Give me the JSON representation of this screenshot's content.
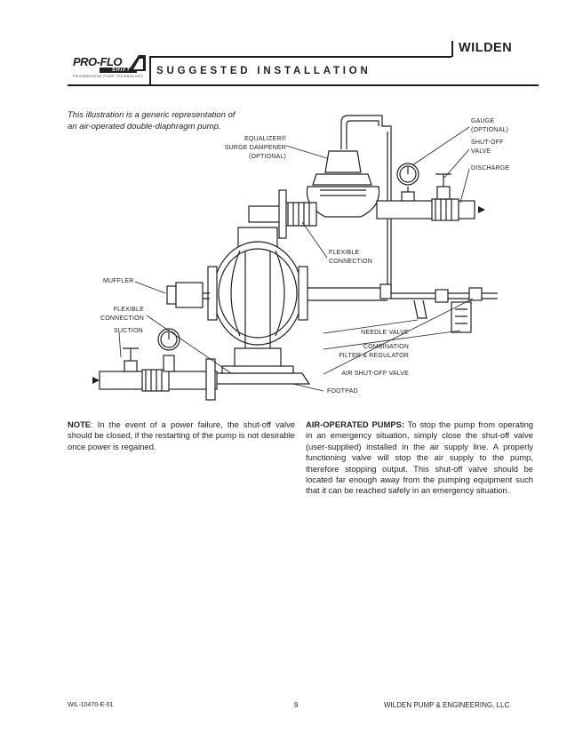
{
  "header": {
    "brand": "WILDEN",
    "logo_text": "PRO-FLO",
    "logo_sub": "SHIFT",
    "logo_tagline": "PROGRESSIVE PUMP TECHNOLOGY",
    "section_title": "SUGGESTED INSTALLATION"
  },
  "intro_text": "This illustration is a generic representation of an air-operated double-diaphragm pump.",
  "labels": {
    "equalizer": "EQUALIZER®\nSURGE DAMPENER\n(OPTIONAL)",
    "gauge": "GAUGE\n(OPTIONAL)",
    "shutoff_valve": "SHUT-OFF\nVALVE",
    "discharge": "DISCHARGE",
    "flexible_connection_right": "FLEXIBLE\nCONNECTION",
    "muffler": "MUFFLER",
    "flexible_connection_left": "FLEXIBLE\nCONNECTION",
    "suction": "SUCTION",
    "needle_valve": "NEEDLE VALVE",
    "combination_filter": "COMBINATION\nFILTER & REGULATOR",
    "air_shutoff": "AIR SHUT-OFF VALVE",
    "footpad": "FOOTPAD"
  },
  "note": {
    "heading": "NOTE",
    "text": ": In the event of a power failure, the shut-off valve should be closed, if the restarting of the pump is not desirable once power is regained."
  },
  "air_operated": {
    "heading": "AIR-OPERATED PUMPS:",
    "text": " To stop the pump from operating in an emergency situation, simply close the shut-off valve (user-supplied) installed in the air supply line. A properly functioning valve will stop the air supply to the pump, therefore stopping output. This shut-off valve should be located far enough away from the pumping equipment such that it can be reached safely in an emergency situation."
  },
  "footer": {
    "doc_id": "WIL-10470-E-01",
    "page_number": "9",
    "company": "WILDEN PUMP & ENGINEERING, LLC"
  }
}
